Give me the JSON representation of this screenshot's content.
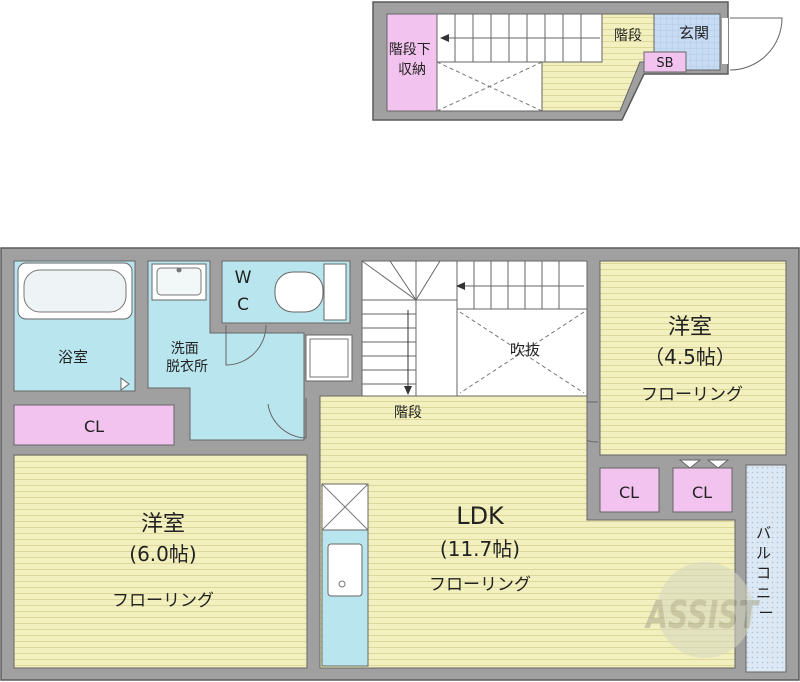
{
  "colors": {
    "wall": "#a0a0a0",
    "wall_outline": "#5a5a5a",
    "floor": "#f3f0bf",
    "floor_line": "#ddd89a",
    "wet": "#b9e6ee",
    "closet": "#f2c3ee",
    "entry": "#c7dbf3",
    "balcony": "#d9e7f3"
  },
  "upper": {
    "under_stair_storage": "階段下\n収納",
    "stairs": "階段",
    "entrance": "玄関",
    "shoe_box": "SB"
  },
  "lower": {
    "bath": "浴室",
    "washroom": "洗面\n脱衣所",
    "wc_w": "W",
    "wc_c": "C",
    "void": "吹抜",
    "stairs": "階段",
    "closet_left": "CL",
    "closet_mid": "CL",
    "closet_right": "CL",
    "western_room_small": {
      "name": "洋室",
      "size": "（4.5帖）",
      "floor": "フローリング"
    },
    "western_room_large": {
      "name": "洋室",
      "size": "(6.0帖)",
      "floor": "フローリング"
    },
    "ldk": {
      "name": "LDK",
      "size": "(11.7帖)",
      "floor": "フローリング"
    },
    "balcony": "バルコニー"
  },
  "watermark": "ASSIST"
}
